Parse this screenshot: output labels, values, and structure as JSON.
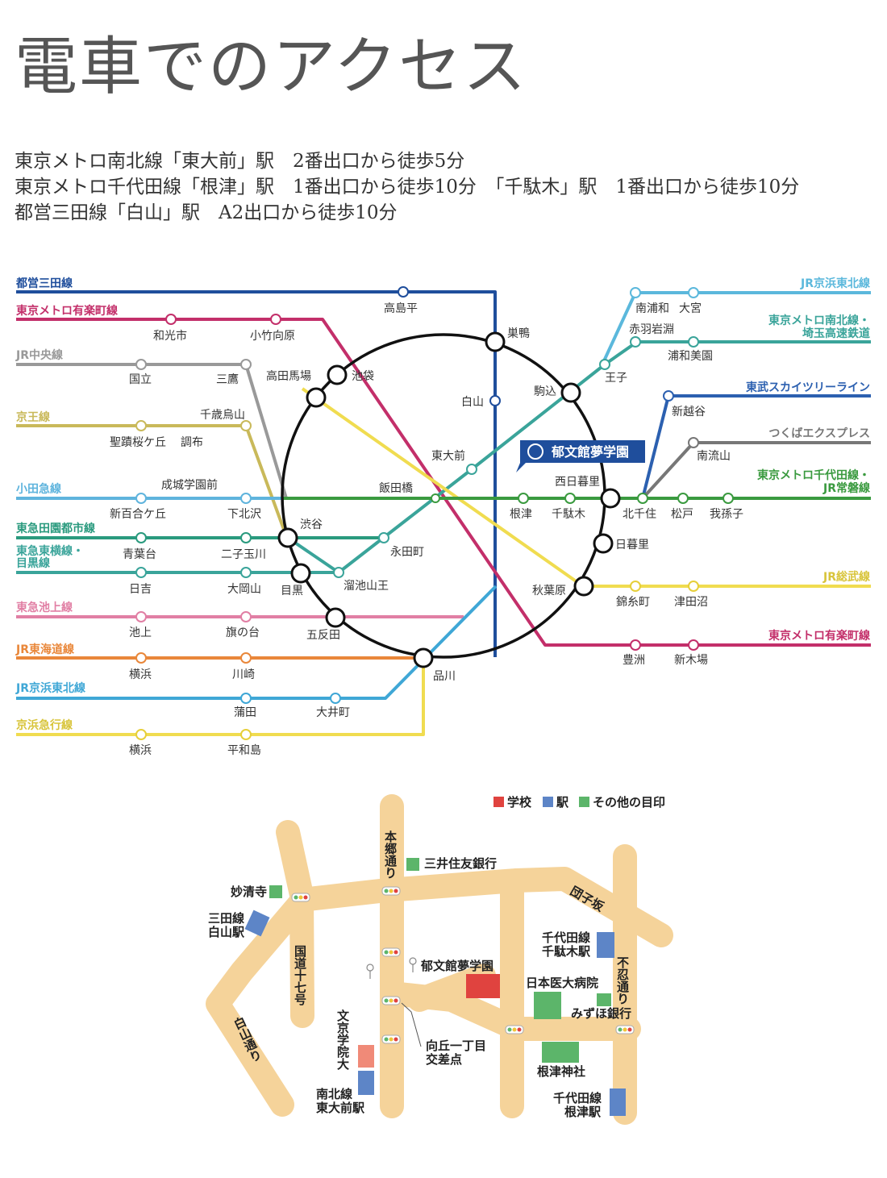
{
  "title": "電車でのアクセス",
  "access": [
    "東京メトロ南北線「東大前」駅　2番出口から徒歩5分",
    "東京メトロ千代田線「根津」駅　1番出口から徒歩10分　「千駄木」駅　1番出口から徒歩10分",
    "都営三田線「白山」駅　A2出口から徒歩10分"
  ],
  "colors": {
    "mita": "#1f4e9c",
    "yurakucho": "#c32f6a",
    "chuo": "#999999",
    "keio": "#c9b95a",
    "odakyu": "#5fb4dd",
    "denentoshi": "#2a9a7e",
    "toyoko": "#3aa49a",
    "ikegami": "#e17fa4",
    "tokaido": "#e9873a",
    "keihintohoku": "#3fa7d6",
    "keikyu": "#f0dc50",
    "namboku": "#3aa49a",
    "chiyoda": "#3a9a3f",
    "tobu": "#2c60b0",
    "tx": "#777777",
    "sobu": "#f0dc50",
    "yamanote": "#111111",
    "road": "#f5d39a",
    "school": "#e0433f",
    "station": "#5d85c7",
    "landmark": "#5cb56a"
  },
  "lines": {
    "mita": "都営三田線",
    "yurakucho_w": "東京メトロ有楽町線",
    "chuo": "JR中央線",
    "keio": "京王線",
    "odakyu": "小田急線",
    "denentoshi": "東急田園都市線",
    "toyoko": "東急東横線・",
    "toyoko2": "目黒線",
    "ikegami": "東急池上線",
    "tokaido": "JR東海道線",
    "keihintohoku_w": "JR京浜東北線",
    "keikyu": "京浜急行線",
    "keihintohoku_e": "JR京浜東北線",
    "namboku_e": "東京メトロ南北線・",
    "namboku_e2": "埼玉高速鉄道",
    "tobu": "東武スカイツリーライン",
    "tx": "つくばエクスプレス",
    "chiyoda_e": "東京メトロ千代田線・",
    "chiyoda_e2": "JR常磐線",
    "sobu": "JR総武線",
    "yurakucho_e": "東京メトロ有楽町線"
  },
  "stations": {
    "takashimadaira": "高島平",
    "wakoshi": "和光市",
    "kotakemukaihara": "小竹向原",
    "kunitachi": "国立",
    "mitaka": "三鷹",
    "takadanobaba": "高田馬場",
    "ikebukuro": "池袋",
    "sugamo": "巣鴨",
    "hakusan": "白山",
    "komagome": "駒込",
    "chitosekarasuyama": "千歳烏山",
    "seisekisakuragaoka": "聖蹟桜ケ丘",
    "chofu": "調布",
    "seijogakuenmae": "成城学園前",
    "shinyurigaoka": "新百合ケ丘",
    "shimokitazawa": "下北沢",
    "todaimae": "東大前",
    "iidabashi": "飯田橋",
    "shibuya": "渋谷",
    "aobadai": "青葉台",
    "futakotamagawa": "二子玉川",
    "nagatacho": "永田町",
    "hiyoshi": "日吉",
    "ookayama": "大岡山",
    "meguro": "目黒",
    "tameikesanno": "溜池山王",
    "ikegami": "池上",
    "hatanodai": "旗の台",
    "gotanda": "五反田",
    "yokohama1": "横浜",
    "kawasaki": "川崎",
    "shinagawa": "品川",
    "kamata": "蒲田",
    "oimachi": "大井町",
    "yokohama2": "横浜",
    "heiwajima": "平和島",
    "minamiurawa": "南浦和",
    "omiya": "大宮",
    "akabaneiwabuchi": "赤羽岩淵",
    "urawamisono": "浦和美園",
    "oji": "王子",
    "shinkoshigaya": "新越谷",
    "minaminagareyama": "南流山",
    "nishinippori": "西日暮里",
    "nezu": "根津",
    "sendagi": "千駄木",
    "kitasenju": "北千住",
    "matsudo": "松戸",
    "abiko": "我孫子",
    "nippori": "日暮里",
    "akihabara": "秋葉原",
    "kinshicho": "錦糸町",
    "tsudanuma": "津田沼",
    "toyosu": "豊洲",
    "shinkiba": "新木場"
  },
  "school_badge": "郁文館夢学園",
  "map": {
    "legend": [
      "学校",
      "駅",
      "その他の目印"
    ],
    "roads": {
      "hongo": "本郷通り",
      "kokudo": "国道十七号",
      "hakusan": "白山通り",
      "dangozaka": "団子坂",
      "shinobazu": "不忍通り"
    },
    "places": {
      "myoseiji": "妙清寺",
      "mita_hakusan1": "三田線",
      "mita_hakusan2": "白山駅",
      "smbc": "三井住友銀行",
      "school": "郁文館夢学園",
      "nms": "日本医大病院",
      "chiyoda_sendagi1": "千代田線",
      "chiyoda_sendagi2": "千駄木駅",
      "mizuho": "みずほ銀行",
      "bunkyo": "文京学院大",
      "mukogaoka1": "向丘一丁目",
      "mukogaoka2": "交差点",
      "nezu_jinja": "根津神社",
      "namboku_todai1": "南北線",
      "namboku_todai2": "東大前駅",
      "chiyoda_nezu1": "千代田線",
      "chiyoda_nezu2": "根津駅"
    }
  }
}
